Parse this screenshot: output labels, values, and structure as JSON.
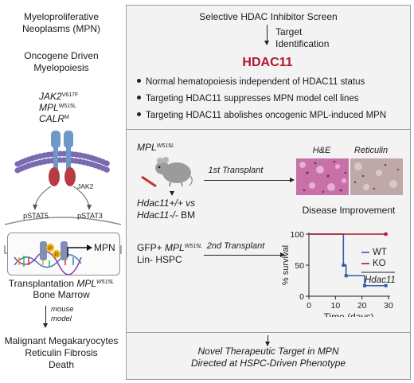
{
  "left": {
    "title": "Myeloproliferative Neoplasms (MPN)",
    "title_line1": "Myeloproliferative",
    "title_line2": "Neoplasms (MPN)",
    "oncogene_line1": "Oncogene Driven",
    "oncogene_line2": "Myelopoiesis",
    "mutations": [
      {
        "gene": "JAK2",
        "variant": "V617F"
      },
      {
        "gene": "MPL",
        "variant": "W515L"
      },
      {
        "gene": "CALR",
        "variant": "M"
      }
    ],
    "jak2_label": "JAK2",
    "pstat5_label": "pSTAT5",
    "pstat3_label": "pSTAT3",
    "p_label": "P",
    "mpn_label": "MPN",
    "transplant_line1_prefix": "Transplantation ",
    "transplant_line1_gene": "MPL",
    "transplant_line1_sup": "W515L",
    "transplant_line2": "Bone Marrow",
    "mouse_model_line1": "mouse",
    "mouse_model_line2": "model",
    "outcomes": [
      "Malignant Megakaryocytes",
      "Reticulin Fibrosis",
      "Death"
    ]
  },
  "right": {
    "screen_title": "Selective HDAC Inhibitor Screen",
    "target_line1": "Target",
    "target_line2": "Identification",
    "hdac_title": "HDAC11",
    "bullets": [
      "Normal hematopoiesis independent of HDAC11 status",
      "Targeting HDAC11 suppresses MPN model cell lines",
      "Targeting HDAC11 abolishes oncogenic MPL-induced MPN"
    ],
    "mpl_gene": "MPL",
    "mpl_sup": "W515L",
    "first_transplant": "1st Transplant",
    "hdac_groups_line1": "Hdac11+/+ vs",
    "hdac_groups_line2_italic": "Hdac11-/-",
    "hdac_groups_line2_rest": " BM",
    "he_label": "H&E",
    "reticulin_label": "Reticulin",
    "disease_improvement": "Disease Improvement",
    "gfp_prefix": "GFP+ ",
    "gfp_gene": "MPL",
    "gfp_sup": "W515L",
    "lin_hspc": "Lin- HSPC",
    "second_transplant": "2nd Transplant",
    "conclusion_line1": "Novel Therapeutic Target in MPN",
    "conclusion_line2": "Directed at HSPC-Driven Phenotype"
  },
  "chart_data": {
    "type": "line",
    "subtype": "kaplan-meier",
    "xlabel": "Time (days)",
    "ylabel": "% survival",
    "xlim": [
      0,
      30
    ],
    "ylim": [
      0,
      100
    ],
    "xticks": [
      0,
      10,
      20,
      30
    ],
    "yticks": [
      0,
      50,
      100
    ],
    "legend_position": "right",
    "legend_title": "Hdac11",
    "series": [
      {
        "name": "WT",
        "color": "#2f5fa8",
        "x": [
          0,
          13,
          13,
          14,
          14,
          21,
          21,
          29
        ],
        "y": [
          100,
          100,
          50,
          50,
          33,
          33,
          17,
          17
        ],
        "markers": [
          [
            13,
            50
          ],
          [
            14,
            33
          ],
          [
            21,
            17
          ],
          [
            29,
            17
          ]
        ]
      },
      {
        "name": "KO",
        "color": "#b0182b",
        "x": [
          0,
          29
        ],
        "y": [
          100,
          100
        ],
        "markers": [
          [
            29,
            100
          ]
        ]
      }
    ]
  }
}
